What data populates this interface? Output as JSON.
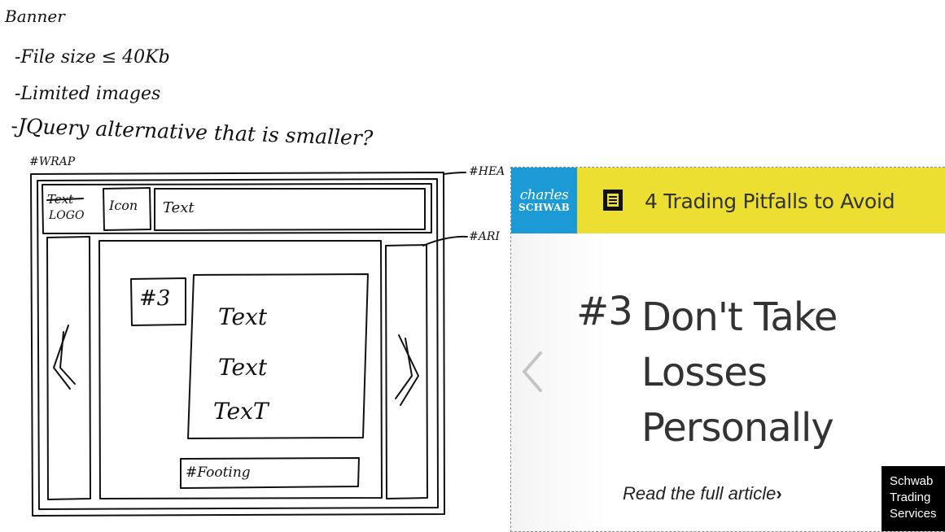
{
  "sketch": {
    "heading": "Banner",
    "notes": [
      "-File size ≤ 40Kb",
      "-Limited images",
      "-JQuery alternative that is smaller?"
    ],
    "wrap_label": "#WRAP",
    "header_label": "#HEA",
    "article_label": "#ARI",
    "logo_text_struck": "Text",
    "logo_text": "LOGO",
    "icon_label": "Icon",
    "text_label": "Text",
    "number_label": "#3",
    "body_lines": [
      "Text",
      "Text",
      "TexT"
    ],
    "footing_label": "#Footing"
  },
  "banner": {
    "logo": {
      "line1": "charles",
      "line2": "SCHWAB"
    },
    "header_title": "4 Trading Pitfalls to Avoid",
    "article_number": "#3",
    "article_title_lines": [
      "Don't Take",
      "Losses",
      "Personally"
    ],
    "read_more": "Read the full article",
    "read_more_arrow": "›",
    "footer_badge_lines": [
      "Schwab",
      "Trading",
      "Services"
    ],
    "colors": {
      "header_bg": "#ecdf32",
      "logo_bg": "#1b9ad6",
      "badge_bg": "#000000",
      "text": "#333333"
    }
  }
}
